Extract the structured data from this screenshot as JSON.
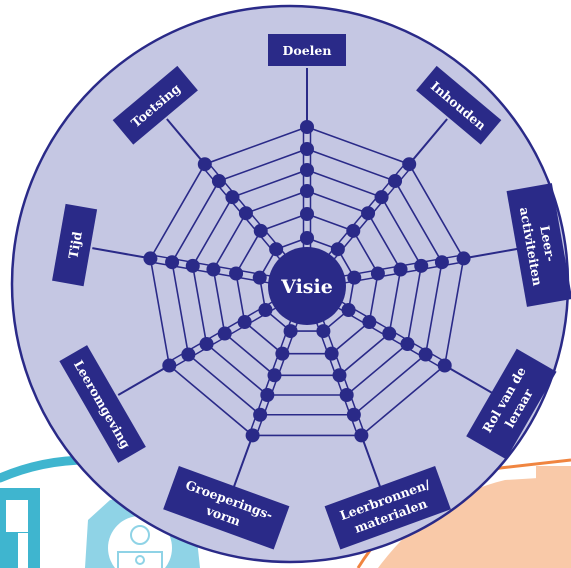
{
  "center": {
    "label": "Visie"
  },
  "spokes": [
    {
      "id": "doelen",
      "lines": [
        "Doelen"
      ]
    },
    {
      "id": "inhouden",
      "lines": [
        "Inhouden"
      ]
    },
    {
      "id": "leeractiviteiten",
      "lines": [
        "Leer-",
        "activiteiten"
      ]
    },
    {
      "id": "rol-van-de-leraar",
      "lines": [
        "Rol van de",
        "leraar"
      ]
    },
    {
      "id": "leerbronnen-materialen",
      "lines": [
        "Leerbronnen/",
        "materialen"
      ]
    },
    {
      "id": "groeperingsvorm",
      "lines": [
        "Groeperings-",
        "vorm"
      ]
    },
    {
      "id": "leeromgeving",
      "lines": [
        "Leeromgeving"
      ]
    },
    {
      "id": "tijd",
      "lines": [
        "Tijd"
      ]
    },
    {
      "id": "toetsing",
      "lines": [
        "Toetsing"
      ]
    }
  ],
  "web_rings": 6,
  "colors": {
    "disc_fill": "#c5c7e3",
    "disc_stroke": "#2a2a88",
    "navy": "#2a2a88",
    "label_text": "#ffffff",
    "gear_left": "#3fb5cf",
    "gear_left_light": "#8fd3e6",
    "gear_right": "#f08540",
    "gear_right_light": "#f9c9a8"
  }
}
